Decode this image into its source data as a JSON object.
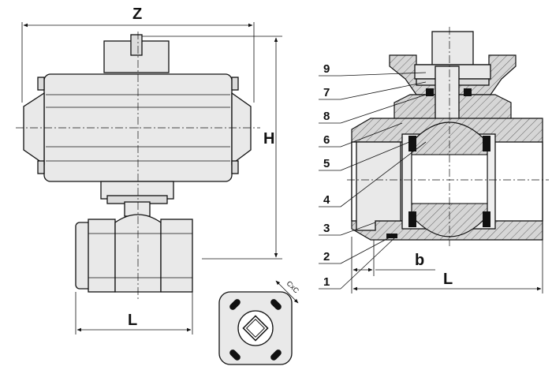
{
  "dimensions": {
    "z": "Z",
    "h": "H",
    "l_left": "L",
    "l_right": "L",
    "b": "b",
    "cxc": "CxC"
  },
  "callouts": [
    "9",
    "7",
    "8",
    "6",
    "5",
    "4",
    "3",
    "2",
    "1"
  ]
}
